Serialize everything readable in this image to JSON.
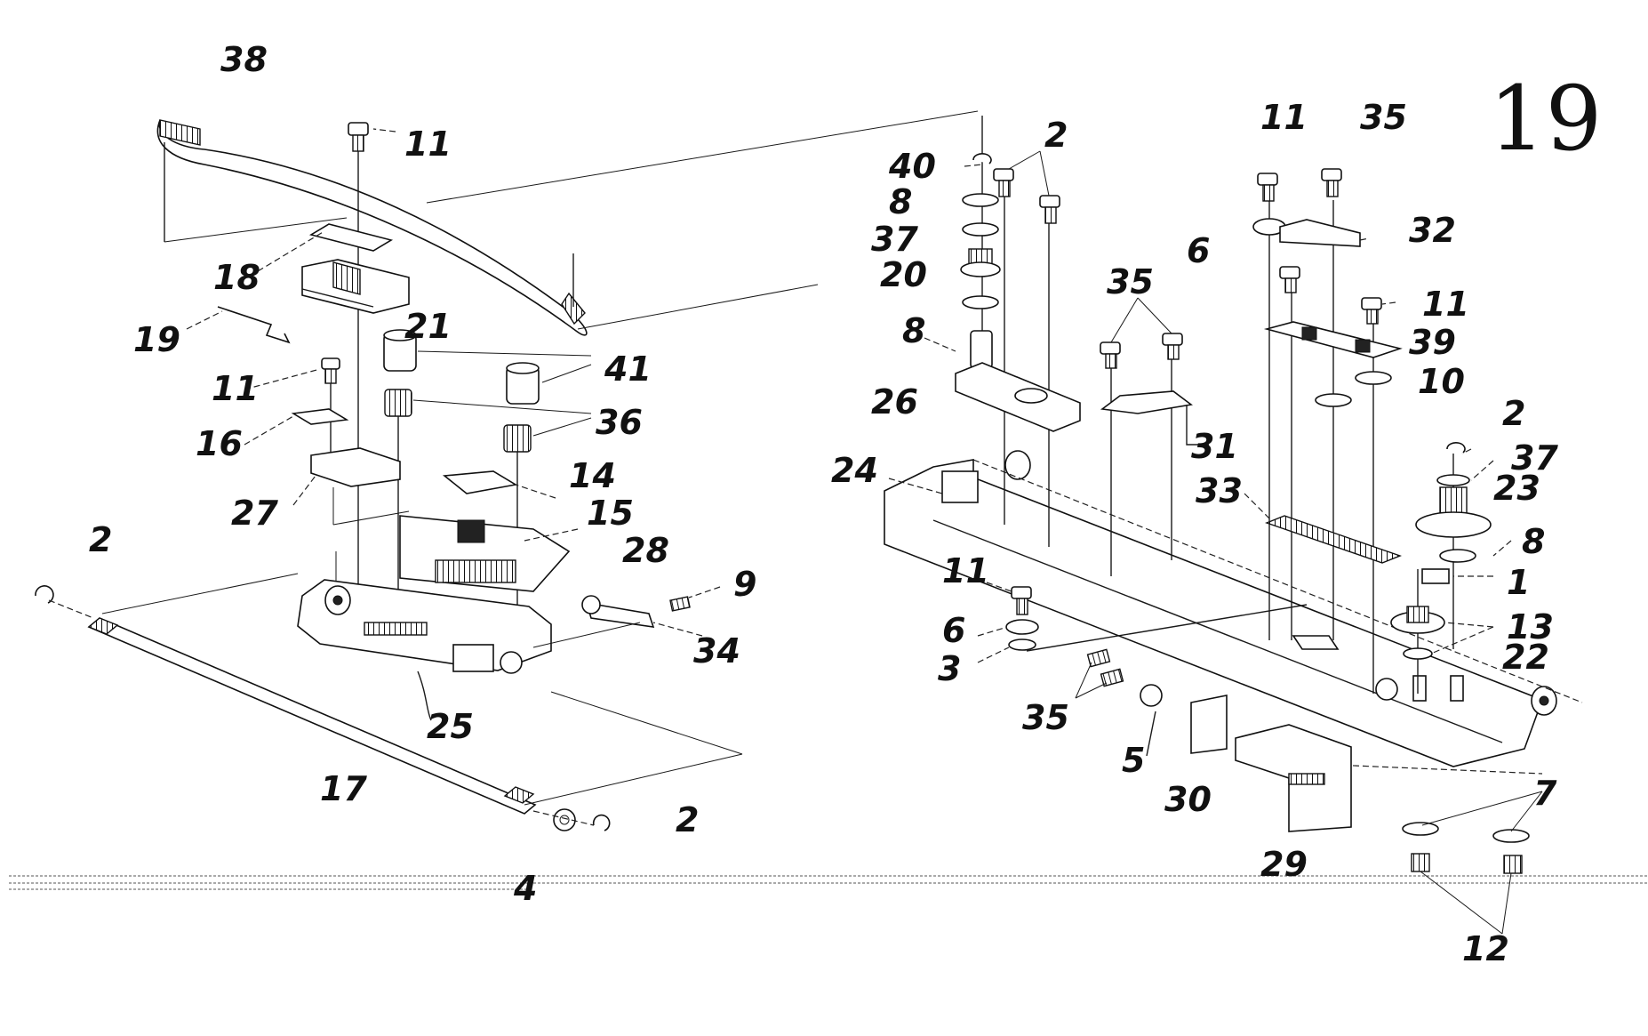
{
  "figure_number": "19",
  "callouts": [
    {
      "id": "c38a",
      "text": "38"
    },
    {
      "id": "c11a",
      "text": "11"
    },
    {
      "id": "c18",
      "text": "18"
    },
    {
      "id": "c21",
      "text": "21"
    },
    {
      "id": "c19",
      "text": "19"
    },
    {
      "id": "c11b",
      "text": "11"
    },
    {
      "id": "c41",
      "text": "41"
    },
    {
      "id": "c36",
      "text": "36"
    },
    {
      "id": "c16",
      "text": "16"
    },
    {
      "id": "c14",
      "text": "14"
    },
    {
      "id": "c15",
      "text": "15"
    },
    {
      "id": "c27",
      "text": "27"
    },
    {
      "id": "c28",
      "text": "28"
    },
    {
      "id": "c2a",
      "text": "2"
    },
    {
      "id": "c9",
      "text": "9"
    },
    {
      "id": "c34",
      "text": "34"
    },
    {
      "id": "c25",
      "text": "25"
    },
    {
      "id": "c17",
      "text": "17"
    },
    {
      "id": "c2b",
      "text": "2"
    },
    {
      "id": "c4",
      "text": "4"
    },
    {
      "id": "c2c",
      "text": "2"
    },
    {
      "id": "c40",
      "text": "40"
    },
    {
      "id": "c8a",
      "text": "8"
    },
    {
      "id": "c37a",
      "text": "37"
    },
    {
      "id": "c20",
      "text": "20"
    },
    {
      "id": "c8b",
      "text": "8"
    },
    {
      "id": "c26",
      "text": "26"
    },
    {
      "id": "c24",
      "text": "24"
    },
    {
      "id": "c35a",
      "text": "35"
    },
    {
      "id": "c31",
      "text": "31"
    },
    {
      "id": "c11c",
      "text": "11"
    },
    {
      "id": "c35b",
      "text": "35"
    },
    {
      "id": "c6a",
      "text": "6"
    },
    {
      "id": "c32",
      "text": "32"
    },
    {
      "id": "c11d",
      "text": "11"
    },
    {
      "id": "c39",
      "text": "39"
    },
    {
      "id": "c10",
      "text": "10"
    },
    {
      "id": "c2d",
      "text": "2"
    },
    {
      "id": "c37b",
      "text": "37"
    },
    {
      "id": "c33",
      "text": "33"
    },
    {
      "id": "c23",
      "text": "23"
    },
    {
      "id": "c8c",
      "text": "8"
    },
    {
      "id": "c1",
      "text": "1"
    },
    {
      "id": "c13",
      "text": "13"
    },
    {
      "id": "c22",
      "text": "22"
    },
    {
      "id": "c11e",
      "text": "11"
    },
    {
      "id": "c6b",
      "text": "6"
    },
    {
      "id": "c3",
      "text": "3"
    },
    {
      "id": "c35c",
      "text": "35"
    },
    {
      "id": "c5",
      "text": "5"
    },
    {
      "id": "c30",
      "text": "30"
    },
    {
      "id": "c29",
      "text": "29"
    },
    {
      "id": "c7",
      "text": "7"
    },
    {
      "id": "c12",
      "text": "12"
    }
  ]
}
